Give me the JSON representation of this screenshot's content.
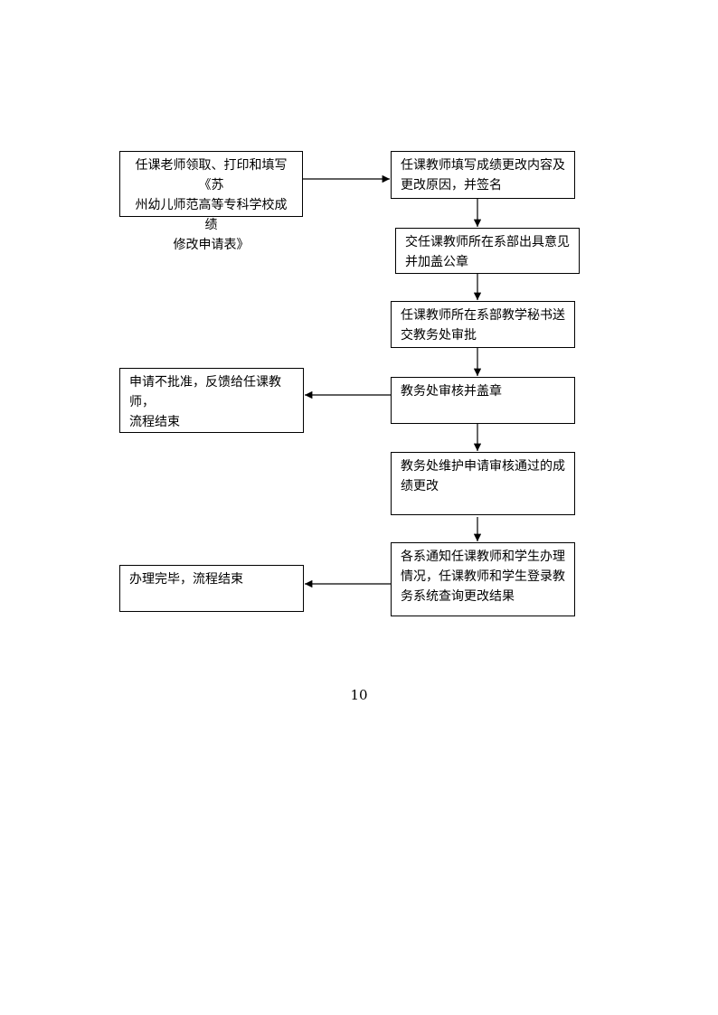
{
  "flowchart": {
    "start": {
      "lines": [
        "任课老师领取、打印和填写《苏",
        "州幼儿师范高等专科学校成绩",
        "修改申请表》"
      ]
    },
    "step1": {
      "lines": [
        "任课教师填写成绩更改内容及",
        "更改原因，并签名"
      ]
    },
    "step2": {
      "lines": [
        "交任课教师所在系部出具意见",
        "并加盖公章"
      ]
    },
    "step3": {
      "lines": [
        "任课教师所在系部教学秘书送",
        "交教务处审批"
      ]
    },
    "step4": {
      "lines": [
        "教务处审核并盖章"
      ]
    },
    "reject": {
      "lines": [
        "申请不批准，反馈给任课教师，",
        "流程结束"
      ]
    },
    "step5": {
      "lines": [
        "教务处维护申请审核通过的成",
        "绩更改"
      ]
    },
    "step6": {
      "lines": [
        "各系通知任课教师和学生办理",
        "情况，任课教师和学生登录教",
        "务系统查询更改结果"
      ]
    },
    "done": {
      "lines": [
        "办理完毕，流程结束"
      ]
    }
  },
  "page_number": "10"
}
